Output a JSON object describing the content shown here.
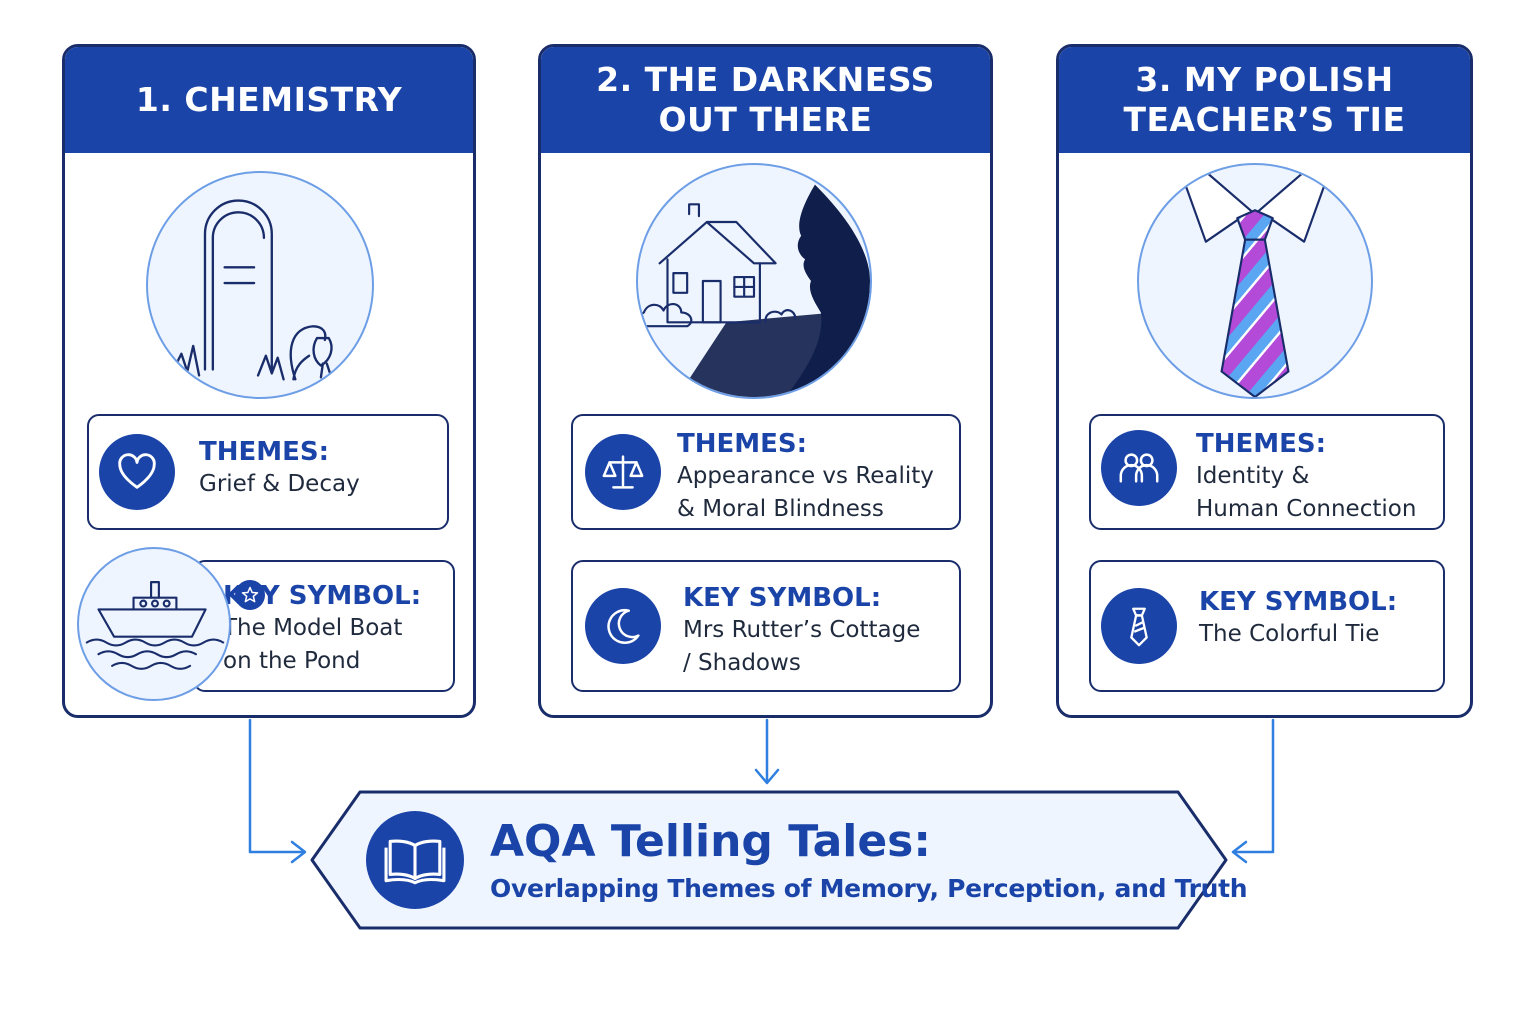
{
  "colors": {
    "header_blue": "#1b44a8",
    "dark_outline": "#1a2d6b",
    "light_fill": "#eef5ff",
    "arrow_blue": "#2f7fe0",
    "tie_purple": "#b44ad8",
    "tie_blue": "#5aa6f2"
  },
  "cards": [
    {
      "title": "1. CHEMISTRY",
      "illustration": "gravestone-and-drooping-flower",
      "themes": {
        "icon": "heart-icon",
        "label": "THEMES:",
        "text": "Grief & Decay"
      },
      "symbol": {
        "icon": "boat-icon",
        "label": "KEY SYMBOL:",
        "text": "The Model Boat\non the Pond"
      }
    },
    {
      "title": "2. THE DARKNESS\nOUT THERE",
      "illustration": "cottage-with-shadow-figure",
      "themes": {
        "icon": "scales-icon",
        "label": "THEMES:",
        "text": "Appearance vs Reality\n& Moral Blindness"
      },
      "symbol": {
        "icon": "crescent-moon-icon",
        "label": "KEY SYMBOL:",
        "text": "Mrs Rutter’s Cottage\n/ Shadows"
      }
    },
    {
      "title": "3. MY POLISH\nTEACHER’S TIE",
      "illustration": "shirt-collar-and-striped-tie",
      "themes": {
        "icon": "people-icon",
        "label": "THEMES:",
        "text": "Identity &\nHuman Connection"
      },
      "symbol": {
        "icon": "tie-icon",
        "label": "KEY SYMBOL:",
        "text": "The Colorful Tie"
      }
    }
  ],
  "banner": {
    "icon": "open-book-icon",
    "title": "AQA Telling Tales:",
    "subtitle": "Overlapping Themes of Memory, Perception, and Truth"
  }
}
